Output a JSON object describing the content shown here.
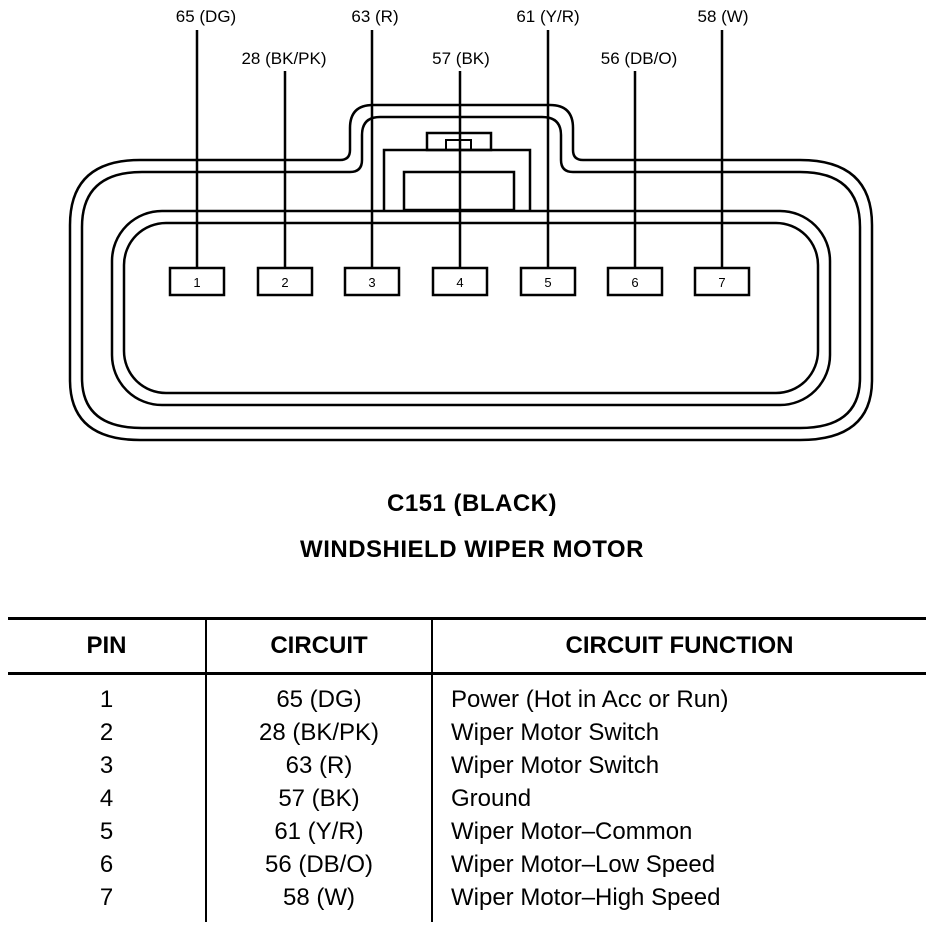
{
  "connector": {
    "id": "C151 (BLACK)",
    "name": "WINDSHIELD WIPER MOTOR"
  },
  "pins": [
    {
      "pin": "1",
      "circuit": "65 (DG)",
      "function": "Power (Hot in Acc or Run)"
    },
    {
      "pin": "2",
      "circuit": "28 (BK/PK)",
      "function": "Wiper Motor Switch"
    },
    {
      "pin": "3",
      "circuit": "63 (R)",
      "function": "Wiper Motor Switch"
    },
    {
      "pin": "4",
      "circuit": "57 (BK)",
      "function": "Ground"
    },
    {
      "pin": "5",
      "circuit": "61 (Y/R)",
      "function": "Wiper Motor–Common"
    },
    {
      "pin": "6",
      "circuit": "56 (DB/O)",
      "function": "Wiper Motor–Low Speed"
    },
    {
      "pin": "7",
      "circuit": "58 (W)",
      "function": "Wiper Motor–High Speed"
    }
  ],
  "table": {
    "headers": {
      "pin": "PIN",
      "circuit": "CIRCUIT",
      "function": "CIRCUIT FUNCTION"
    }
  }
}
